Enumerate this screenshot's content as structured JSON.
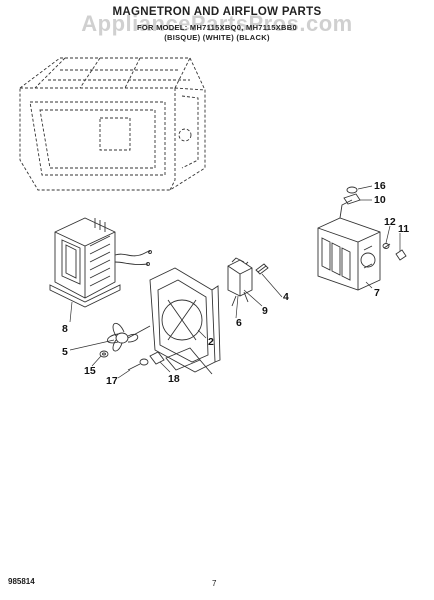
{
  "header": {
    "title": "MAGNETRON AND AIRFLOW PARTS",
    "models": "FOR MODEL: MH7115XBQ0, MH7115XBB0",
    "colors": "(BISQUE) (WHITE) (BLACK)"
  },
  "watermark": "AppliancePartsPros.com",
  "footer": {
    "doc_number": "985814",
    "page_number": "7"
  },
  "callouts": [
    {
      "id": "c16",
      "label": "16"
    },
    {
      "id": "c10",
      "label": "10"
    },
    {
      "id": "c12",
      "label": "12"
    },
    {
      "id": "c11",
      "label": "11"
    },
    {
      "id": "c7",
      "label": "7"
    },
    {
      "id": "c4",
      "label": "4"
    },
    {
      "id": "c9",
      "label": "9"
    },
    {
      "id": "c6",
      "label": "6"
    },
    {
      "id": "c2",
      "label": "2"
    },
    {
      "id": "c8",
      "label": "8"
    },
    {
      "id": "c5",
      "label": "5"
    },
    {
      "id": "c15",
      "label": "15"
    },
    {
      "id": "c17",
      "label": "17"
    },
    {
      "id": "c18",
      "label": "18"
    }
  ],
  "colors": {
    "line": "#333333",
    "watermark": "#969696"
  }
}
